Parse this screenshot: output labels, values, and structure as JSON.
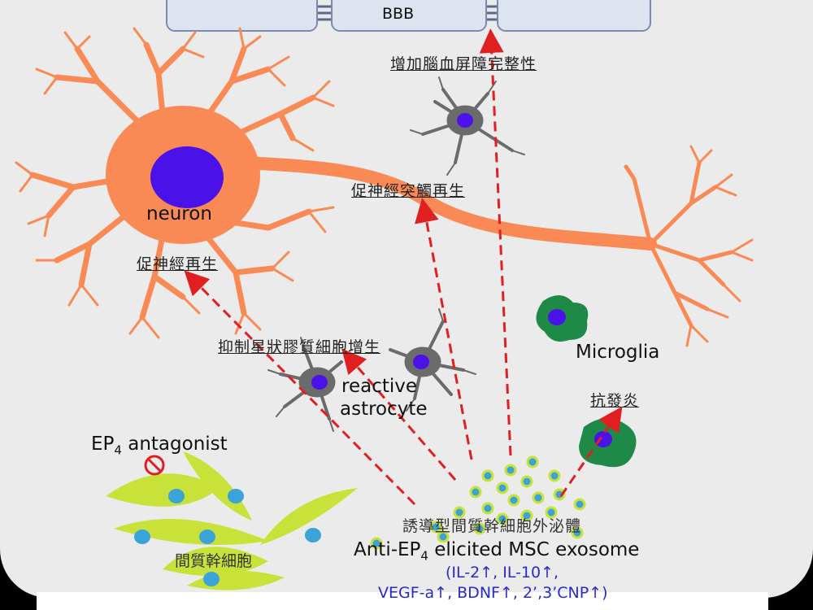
{
  "bbb_label": "BBB",
  "neuron_label": "neuron",
  "microglia_label": "Microglia",
  "reactive_astrocyte_line1": "reactive",
  "reactive_astrocyte_line2": "astrocyte",
  "ep4_antagonist": {
    "prefix": "EP",
    "sub": "4",
    "suffix": " antagonist"
  },
  "msc_label_zh": "間質幹細胞",
  "exosome_label_zh": "誘導型間質幹細胞外泌體",
  "exosome_label_en": {
    "prefix": "Anti-EP",
    "sub": "4",
    "suffix": " elicited MSC exosome"
  },
  "cytokines_line1": "(IL-2↑, IL-10↑,",
  "cytokines_line2": "VEGF-a↑, BDNF↑, 2’,3’CNP↑)",
  "effects": {
    "bbb_integrity": "增加腦血屏障完整性",
    "synapse_regen": "促神經突觸再生",
    "nerve_regen": "促神經再生",
    "inhibit_astro": "抑制星狀膠質細胞增生",
    "anti_inflammation": "抗發炎"
  },
  "colors": {
    "neuron": "#f98a55",
    "nucleus": "#4a12e8",
    "microglia": "#1f8a48",
    "msc": "#c9e23a",
    "msc_nucleus": "#3aa3d8",
    "arrow": "#e02020",
    "astrocyte": "#6b6b6b",
    "cytokine_text": "#2a2acc"
  }
}
